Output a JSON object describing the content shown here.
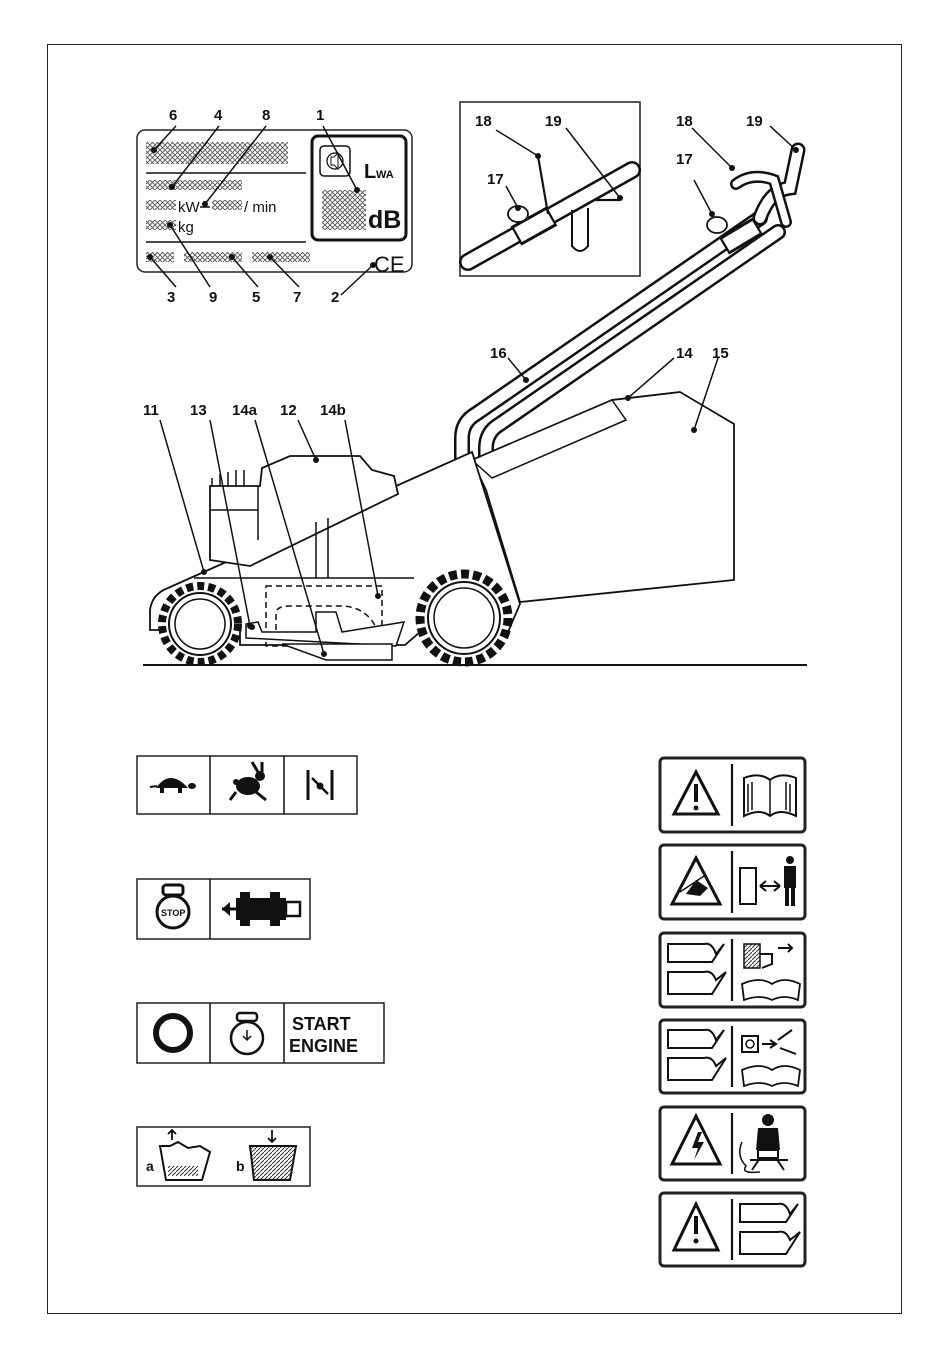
{
  "rating_plate": {
    "callouts": {
      "c1": "1",
      "c2": "2",
      "c3": "3",
      "c4": "4",
      "c5": "5",
      "c6": "6",
      "c7": "7",
      "c8": "8",
      "c9": "9"
    },
    "lwa_main": "L",
    "lwa_sub": "WA",
    "db": "dB",
    "kw": "kW",
    "per_min": "/ min",
    "kg": "kg",
    "ce_mark": "CE"
  },
  "handle_detail": {
    "callouts": {
      "c17": "17",
      "c18": "18",
      "c19": "19"
    }
  },
  "handle": {
    "callouts": {
      "c17": "17",
      "c18": "18",
      "c19": "19"
    }
  },
  "mower": {
    "callouts": {
      "c11": "11",
      "c12": "12",
      "c13": "13",
      "c14": "14",
      "c14a": "14a",
      "c14b": "14b",
      "c15": "15",
      "c16": "16"
    }
  },
  "symbols": {
    "speed_row": [
      "turtle-icon",
      "rabbit-icon",
      "throttle-icon"
    ],
    "stop_row": [
      "stop-icon",
      "mower-icon"
    ],
    "start_row": {
      "icons": [
        "ring-icon",
        "engine-icon"
      ],
      "start_line1": "START",
      "start_line2": "ENGINE"
    },
    "mulch_row": {
      "label_a": "a",
      "label_b": "b"
    }
  },
  "warning_labels": [
    "warning-manual-icon",
    "bystander-distance-icon",
    "blade-spark-plug-icon",
    "blade-electric-plug-icon",
    "electric-shock-icon",
    "foot-hand-hazard-icon"
  ]
}
